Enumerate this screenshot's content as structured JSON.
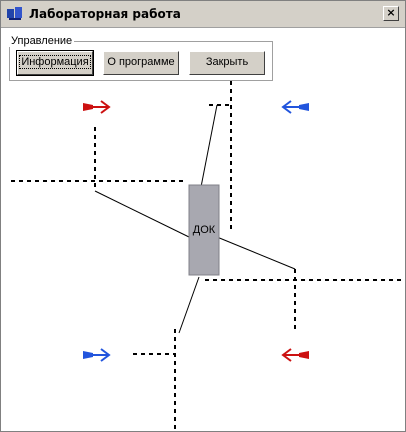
{
  "window": {
    "title": "Лабораторная работа",
    "close_label": "×"
  },
  "controls": {
    "group_label": "Управление",
    "info_button": "Информация",
    "about_button": "О программе",
    "close_button": "Закрыть"
  },
  "scene": {
    "dock_label": "ДОК"
  },
  "colors": {
    "arrow_red": "#cc1111",
    "arrow_blue": "#2255dd",
    "dock_fill": "#a8a8b0"
  }
}
